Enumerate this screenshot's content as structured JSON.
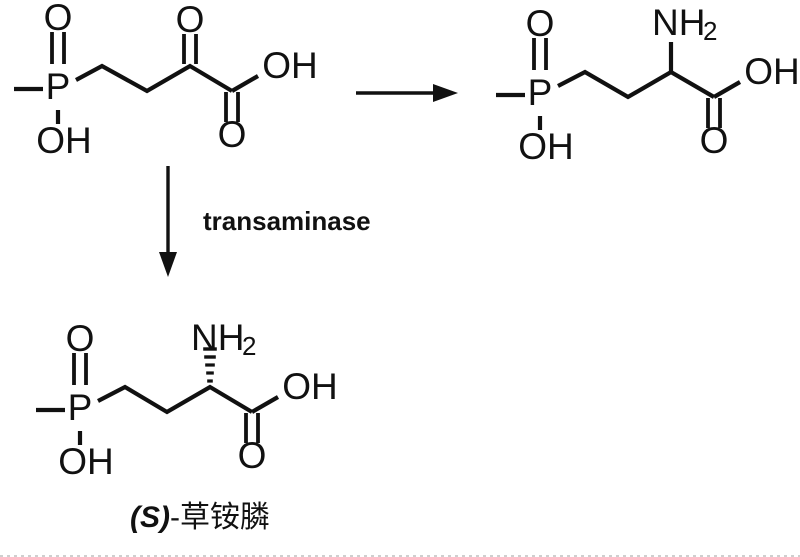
{
  "figure": {
    "type": "chemical-reaction-scheme",
    "background_color": "#ffffff",
    "line_color": "#111111"
  },
  "reactant": {
    "id": "ppo",
    "name_visible": "",
    "atom_labels": {
      "phosphorus": "P",
      "phosphoryl_oxygen": "O",
      "hydroxyl": "OH",
      "keto_oxygen": "O",
      "carboxyl_oxygen": "O",
      "carboxyl_hydroxyl": "OH"
    }
  },
  "product_top": {
    "id": "racemic-glufosinate",
    "name_visible": "",
    "atom_labels": {
      "phosphorus": "P",
      "phosphoryl_oxygen": "O",
      "hydroxyl": "OH",
      "amine": "NH",
      "amine_subscript": "2",
      "carboxyl_oxygen": "O",
      "carboxyl_hydroxyl": "OH"
    }
  },
  "product_bottom": {
    "id": "s-glufosinate",
    "label_stereo": "(S)",
    "label_separator": "-",
    "label_name": "草铵膦",
    "atom_labels": {
      "phosphorus": "P",
      "phosphoryl_oxygen": "O",
      "hydroxyl": "OH",
      "amine": "NH",
      "amine_subscript": "2",
      "carboxyl_oxygen": "O",
      "carboxyl_hydroxyl": "OH"
    },
    "stereo_bond": "hashed-wedge"
  },
  "arrows": {
    "horizontal": {
      "name": "reaction-arrow-right",
      "label": ""
    },
    "vertical": {
      "name": "reaction-arrow-down",
      "label": "transaminase"
    }
  }
}
